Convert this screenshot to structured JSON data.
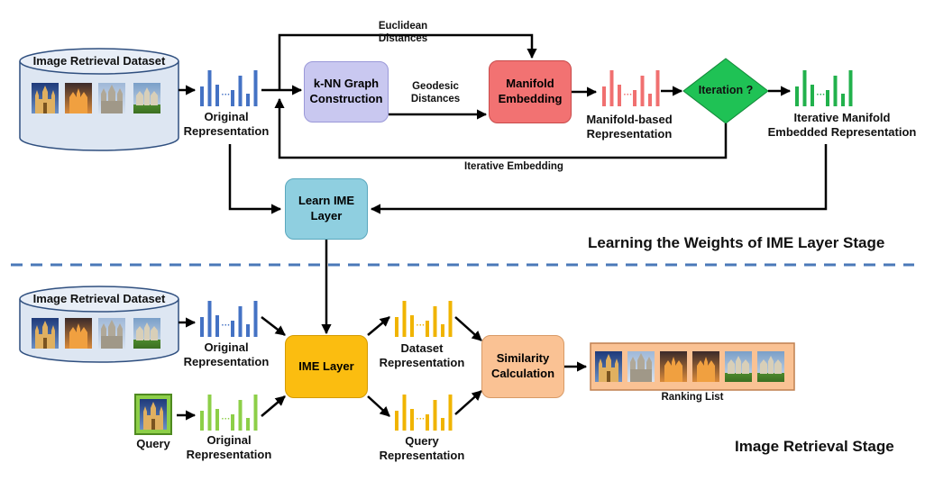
{
  "colors": {
    "blue_bars": "#4472c4",
    "red_bars": "#f07070",
    "green_bars": "#22b14c",
    "light_green_bars": "#8dcf48",
    "gold_bars": "#f0b400",
    "knn_box": "#c9c8f0",
    "manifold_box": "#f27272",
    "iteration_diamond": "#1fc255",
    "learn_box": "#8fcfe0",
    "ime_box": "#fbbd10",
    "similarity_box": "#fac294",
    "divider": "#4a78b8",
    "dataset_cylinder": "#dde6f2"
  },
  "top": {
    "dataset_title": "Image Retrieval Dataset",
    "original_rep": "Original\nRepresentation",
    "knn_box": "k-NN Graph\nConstruction",
    "euclidean": "Euclidean\nDistances",
    "geodesic": "Geodesic\nDistances",
    "manifold_box": "Manifold\nEmbedding",
    "manifold_rep": "Manifold-based\nRepresentation",
    "iteration": "Iteration ?",
    "iterative_rep": "Iterative Manifold\nEmbedded Representation",
    "iterative_embedding": "Iterative Embedding",
    "learn_box": "Learn IME\nLayer",
    "stage_title": "Learning the Weights of IME Layer Stage"
  },
  "bottom": {
    "dataset_title": "Image Retrieval Dataset",
    "original_rep_dataset": "Original\nRepresentation",
    "query": "Query",
    "original_rep_query": "Original\nRepresentation",
    "ime_box": "IME Layer",
    "dataset_rep": "Dataset\nRepresentation",
    "query_rep": "Query\nRepresentation",
    "similarity_box": "Similarity\nCalculation",
    "ranking_list": "Ranking List",
    "stage_title": "Image Retrieval Stage"
  },
  "icons": [
    "cathedral-photo",
    "ellipsis-dots",
    "arrow-right"
  ]
}
